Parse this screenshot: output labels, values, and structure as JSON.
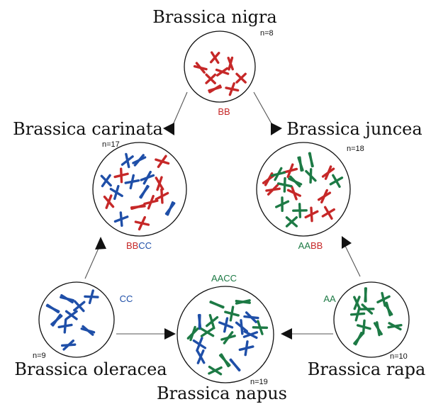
{
  "colors": {
    "B": "#c62828",
    "C": "#1f4fa8",
    "A": "#1d7a45"
  },
  "species": [
    {
      "id": "nigra",
      "name": "Brassica nigra",
      "count": "n=8",
      "genome": [
        {
          "text": "BB",
          "genome": "B"
        }
      ],
      "chromosomes": {
        "B": 8,
        "C": 0,
        "A": 0
      }
    },
    {
      "id": "carinata",
      "name": "Brassica carinata",
      "count": "n=17",
      "genome": [
        {
          "text": "BB",
          "genome": "B"
        },
        {
          "text": "CC",
          "genome": "C"
        }
      ],
      "chromosomes": {
        "B": 8,
        "C": 9,
        "A": 0
      }
    },
    {
      "id": "juncea",
      "name": "Brassica juncea",
      "count": "n=18",
      "genome": [
        {
          "text": "AA",
          "genome": "A"
        },
        {
          "text": "BB",
          "genome": "B"
        }
      ],
      "chromosomes": {
        "B": 8,
        "C": 0,
        "A": 10
      }
    },
    {
      "id": "oleracea",
      "name": "Brassica oleracea",
      "count": "n=9",
      "genome": [
        {
          "text": "CC",
          "genome": "C"
        }
      ],
      "chromosomes": {
        "B": 0,
        "C": 9,
        "A": 0
      }
    },
    {
      "id": "napus",
      "name": "Brassica napus",
      "count": "n=19",
      "genome": [
        {
          "text": "AACC",
          "genome": "A"
        }
      ],
      "chromosomes": {
        "B": 0,
        "C": 9,
        "A": 10
      }
    },
    {
      "id": "rapa",
      "name": "Brassica rapa",
      "count": "n=10",
      "genome": [
        {
          "text": "AA",
          "genome": "A"
        }
      ],
      "chromosomes": {
        "B": 0,
        "C": 0,
        "A": 10
      }
    }
  ],
  "arrows": [
    {
      "from": "nigra",
      "to": "carinata"
    },
    {
      "from": "nigra",
      "to": "juncea"
    },
    {
      "from": "oleracea",
      "to": "carinata"
    },
    {
      "from": "oleracea",
      "to": "napus"
    },
    {
      "from": "rapa",
      "to": "napus"
    },
    {
      "from": "rapa",
      "to": "juncea"
    }
  ]
}
